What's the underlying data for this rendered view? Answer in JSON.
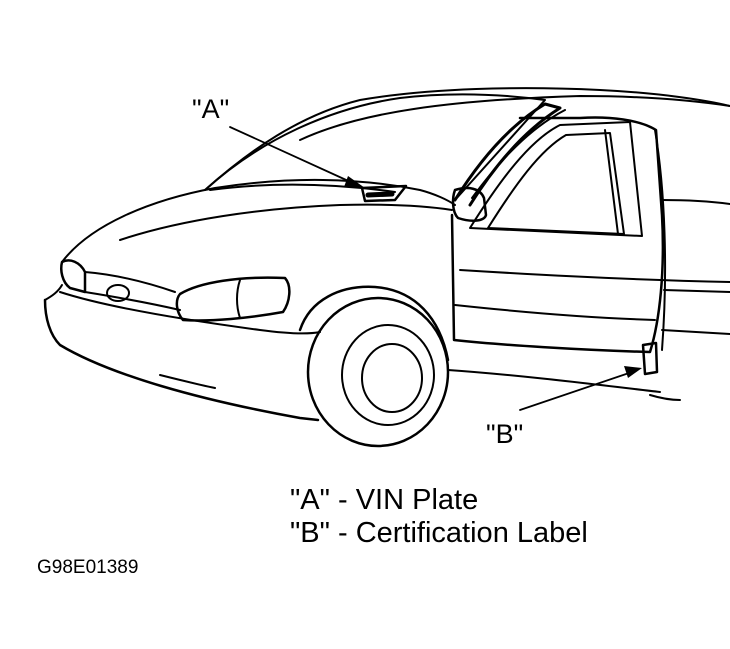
{
  "callouts": {
    "a": "\"A\"",
    "b": "\"B\""
  },
  "legend": [
    "\"A\" - VIN Plate",
    "\"B\" - Certification Label"
  ],
  "figure_code": "G98E01389",
  "colors": {
    "line": "#000000",
    "background": "#ffffff"
  }
}
